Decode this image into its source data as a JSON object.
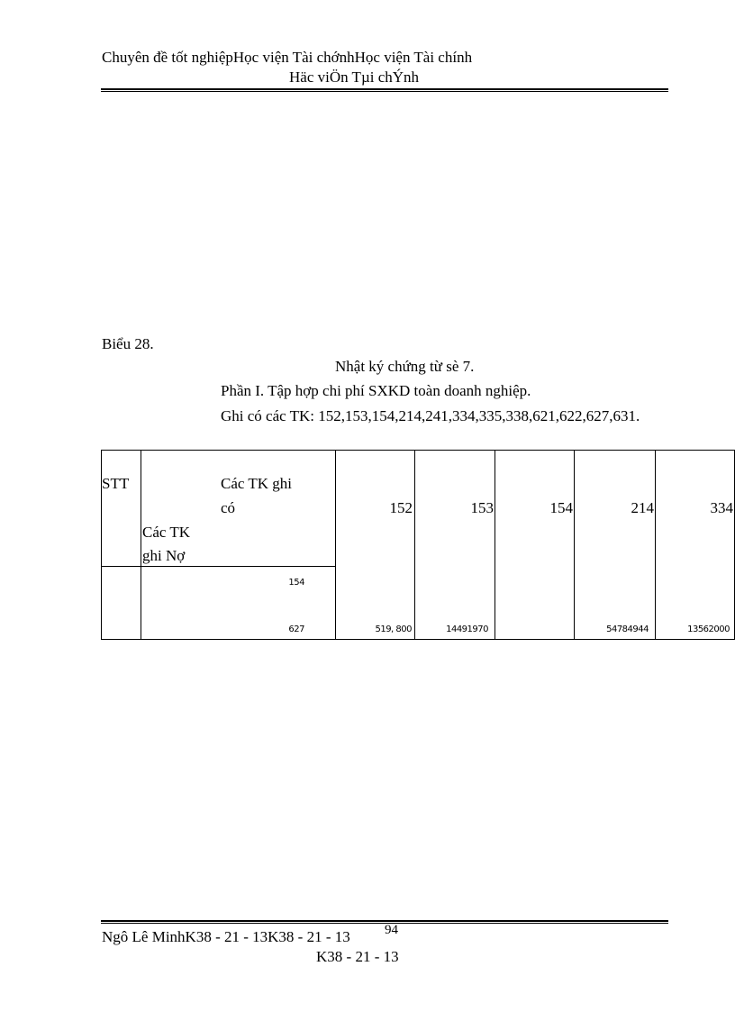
{
  "header": {
    "line1": "Chuyên đề tốt nghiệpHọc viện Tài chớnhHọc viện Tài chính",
    "line2": "Häc viÖn Tµi chÝnh"
  },
  "document": {
    "label": "Biểu 28.",
    "title": "Nhật ký chứng từ sè 7.",
    "subtitle": "Phần I. Tập hợp chi phí SXKD toàn doanh nghiệp.",
    "credit_accounts_line": "Ghi có các TK: 152,153,154,214,241,334,335,338,621,622,627,631."
  },
  "table": {
    "stt_header": "STT",
    "credit_header_line1": "Các TK ghi",
    "credit_header_line2": "có",
    "debit_header_line1": "Các TK",
    "debit_header_line2": "ghi Nợ",
    "columns": [
      "152",
      "153",
      "154",
      "214",
      "334"
    ],
    "rows": [
      {
        "stt": "",
        "debit_account": "154",
        "values": [
          "",
          "",
          "",
          "",
          ""
        ]
      },
      {
        "stt": "",
        "debit_account": "627",
        "values": [
          "519, 800",
          "14491970",
          "",
          "54784944",
          "13562000"
        ]
      }
    ]
  },
  "footer": {
    "line1": "Ngô Lê MinhK38  - 21 - 13K38 - 21 - 13",
    "page_number": "94",
    "line2": "K38 - 21 - 13"
  }
}
